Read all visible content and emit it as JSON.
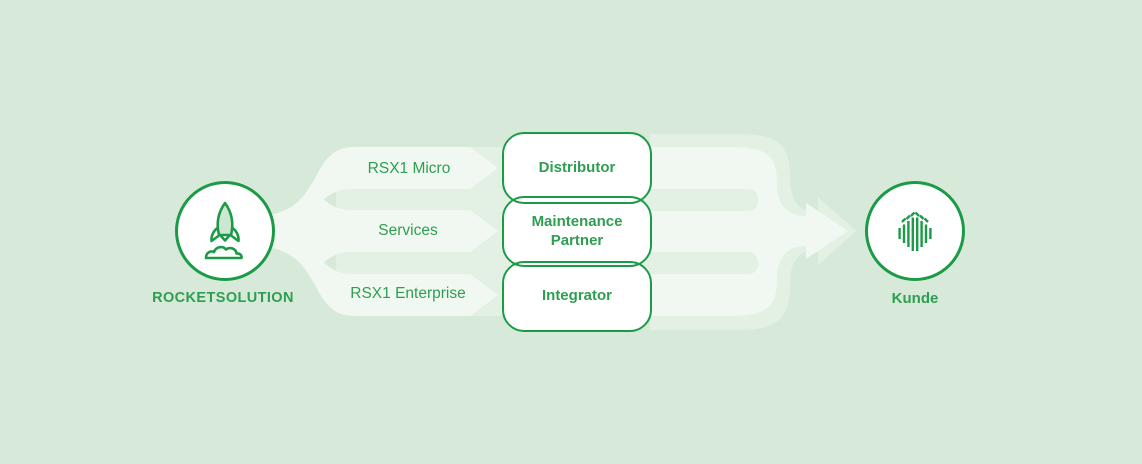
{
  "diagram": {
    "left_node": {
      "label": "ROCKETSOLUTION",
      "icon": "rocket-icon"
    },
    "right_node": {
      "label": "Kunde",
      "icon": "buildings-icon"
    },
    "flow_direction": "left-to-right",
    "branches": [
      {
        "label": "RSX1 Micro",
        "box": "Distributor"
      },
      {
        "label": "Services",
        "box": "Maintenance Partner"
      },
      {
        "label": "RSX1 Enterprise",
        "box": "Integrator"
      }
    ]
  },
  "palette": {
    "background": "#d7e9d9",
    "band_mid": "#e3f0e4",
    "band_bright": "#f0f8f1",
    "green": "#1b9b47",
    "text_green": "#2f9e51",
    "rocket_fill": "#cce8d2"
  }
}
